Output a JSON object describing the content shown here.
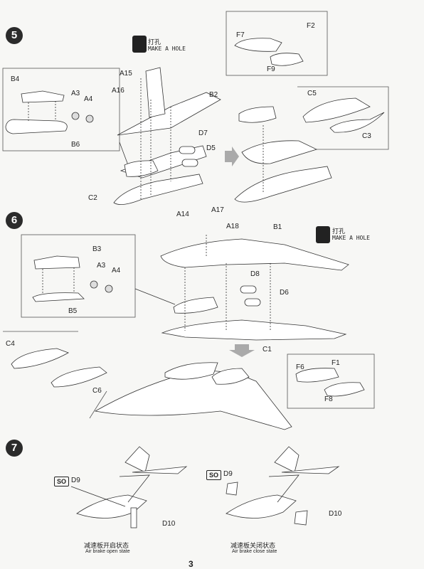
{
  "page_number": "3",
  "make_hole": {
    "zh": "打孔",
    "en": "MAKE A HOLE"
  },
  "steps": [
    {
      "number": "5",
      "labels": {
        "B4": "B4",
        "A3": "A3",
        "A4": "A4",
        "B6": "B6",
        "A15": "A15",
        "A16": "A16",
        "B2": "B2",
        "D7": "D7",
        "D5": "D5",
        "C2": "C2",
        "F7": "F7",
        "F2": "F2",
        "F9": "F9",
        "C5": "C5",
        "C3": "C3"
      }
    },
    {
      "number": "6",
      "labels": {
        "A14": "A14",
        "A17": "A17",
        "A18": "A18",
        "B1": "B1",
        "B3": "B3",
        "A3": "A3",
        "A4": "A4",
        "B5": "B5",
        "D8": "D8",
        "D6": "D6",
        "C1": "C1",
        "C4": "C4",
        "C6": "C6",
        "F6": "F6",
        "F1": "F1",
        "F8": "F8"
      }
    },
    {
      "number": "7",
      "badge": "SO",
      "left": {
        "part": "D9",
        "part2": "D10",
        "zh": "减速板开启状态",
        "en": "Air brake open state"
      },
      "right": {
        "part": "D9",
        "part2": "D10",
        "zh": "减速板关闭状态",
        "en": "Air brake close state"
      }
    }
  ]
}
